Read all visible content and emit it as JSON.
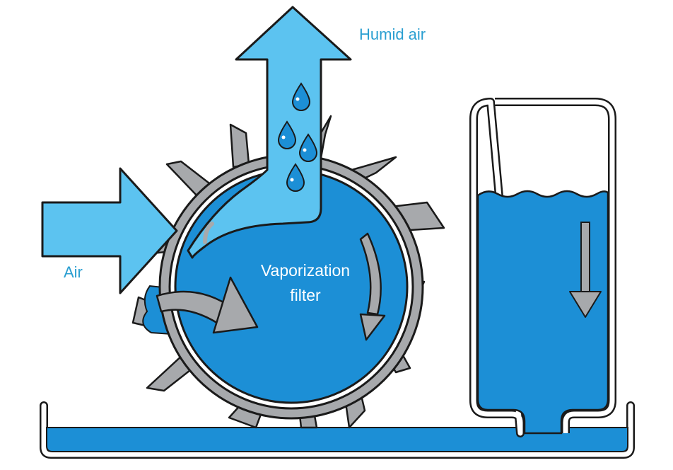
{
  "labels": {
    "humid_air": "Humid air",
    "air": "Air",
    "filter_line1": "Vaporization",
    "filter_line2": "filter"
  },
  "colors": {
    "water": "#1c8fd6",
    "air_arrow": "#5cc3f0",
    "wick": "#a7a9ac",
    "outline": "#1a1a1a",
    "label_text": "#2b9fd1",
    "inner_text": "#ffffff"
  },
  "icons": {
    "droplet": "water-droplet-icon",
    "flow_arrow": "arrow-icon"
  }
}
